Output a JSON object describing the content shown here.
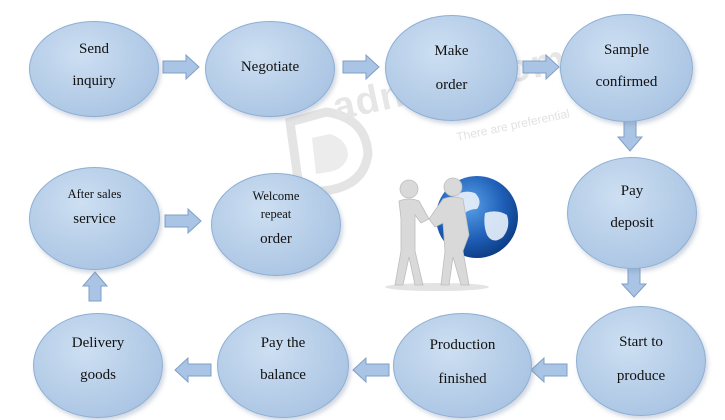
{
  "nodes": [
    {
      "id": "send-inquiry",
      "lines": [
        "Send",
        "inquiry"
      ]
    },
    {
      "id": "negotiate",
      "lines": [
        "Negotiate"
      ]
    },
    {
      "id": "make-order",
      "lines": [
        "Make",
        "order"
      ]
    },
    {
      "id": "sample-confirmed",
      "lines": [
        "Sample",
        "confirmed"
      ]
    },
    {
      "id": "pay-deposit",
      "lines": [
        "Pay",
        "deposit"
      ]
    },
    {
      "id": "start-to-produce",
      "lines": [
        "Start to",
        "produce"
      ]
    },
    {
      "id": "production-finished",
      "lines": [
        "Production",
        "finished"
      ]
    },
    {
      "id": "pay-the-balance",
      "lines": [
        "Pay the",
        "balance"
      ]
    },
    {
      "id": "delivery-goods",
      "lines": [
        "Delivery",
        "goods"
      ]
    },
    {
      "id": "after-sales-service",
      "lines": [
        "After sales",
        "service"
      ]
    },
    {
      "id": "welcome-repeat-order",
      "lines": [
        "Welcome",
        "repeat",
        "order"
      ]
    }
  ],
  "watermark": {
    "brand": "adnose.com",
    "tagline": "There are preferential"
  },
  "illustration": "handshake-globe",
  "colors": {
    "node_fill": "#b4cce7",
    "node_border": "#8eaed3",
    "arrow": "#a9c4e4",
    "arrow_border": "#7f9fc6"
  }
}
